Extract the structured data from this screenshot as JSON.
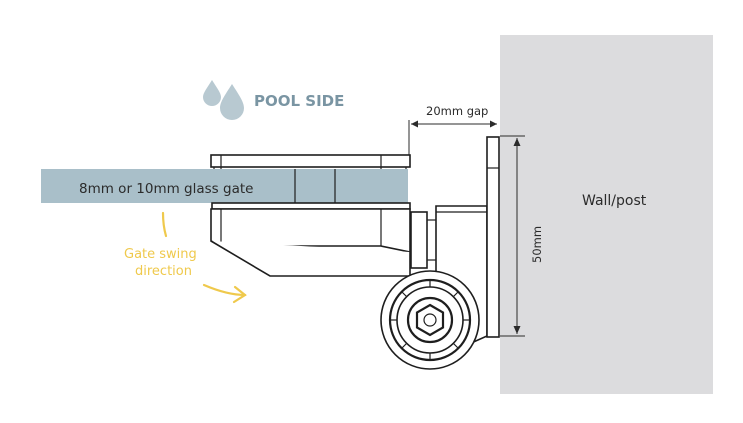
{
  "diagram": {
    "title": "Glass gate hinge mounting diagram",
    "pool_side": {
      "label": "POOL SIDE",
      "icon": "water-drops-icon",
      "color": "#a9bfc9",
      "text_color": "#7a95a3"
    },
    "gap": {
      "label": "20mm gap"
    },
    "glass_gate": {
      "label": "8mm or 10mm glass gate",
      "color": "#a9bfc9"
    },
    "swing": {
      "label_line1": "Gate swing",
      "label_line2": "direction",
      "color": "#efc94c"
    },
    "wall": {
      "label": "Wall/post",
      "color": "#dcdcde"
    },
    "height_dimension": {
      "label": "50mm"
    }
  }
}
